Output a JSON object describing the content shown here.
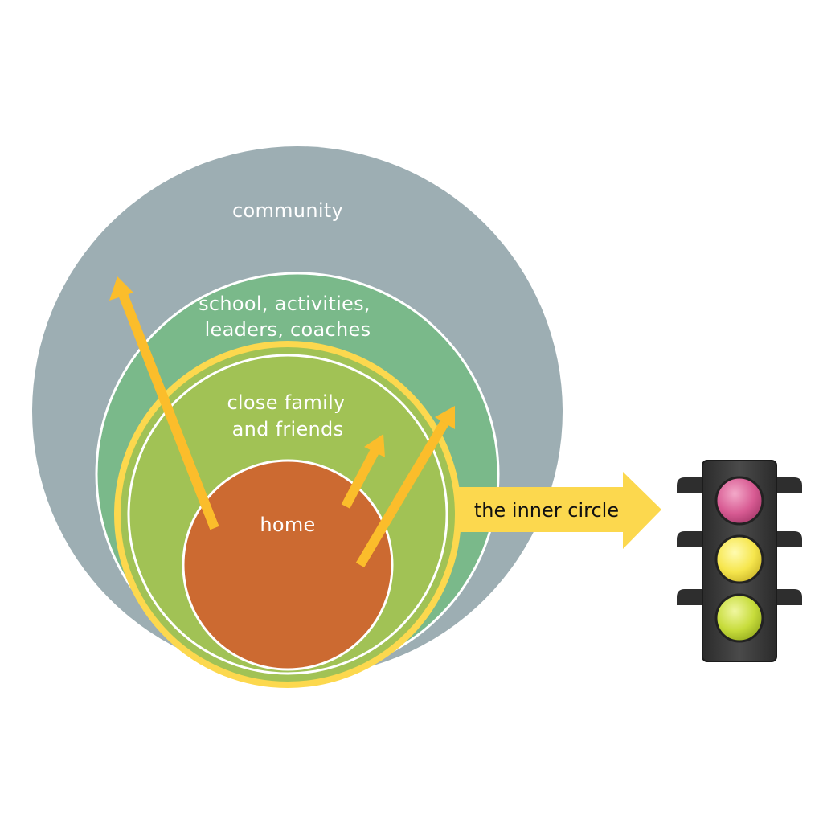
{
  "rings": {
    "community": {
      "label": "community",
      "color": "#9daeb3"
    },
    "school": {
      "label_line1": "school, activities,",
      "label_line2": "leaders, coaches",
      "color": "#7ab98a"
    },
    "family": {
      "label_line1": "close family",
      "label_line2": "and friends",
      "color": "#a1c255"
    },
    "home": {
      "label": "home",
      "color": "#cc6a31"
    }
  },
  "callout": {
    "label": "the inner circle",
    "color": "#fcd84e"
  },
  "arrows": {
    "color": "#fbbd2b"
  },
  "traffic_light": {
    "icon": "traffic-light-icon",
    "lights": [
      {
        "name": "red",
        "color": "#d85b93"
      },
      {
        "name": "yellow",
        "color": "#f6e64d"
      },
      {
        "name": "green",
        "color": "#c7dc3b"
      }
    ]
  }
}
